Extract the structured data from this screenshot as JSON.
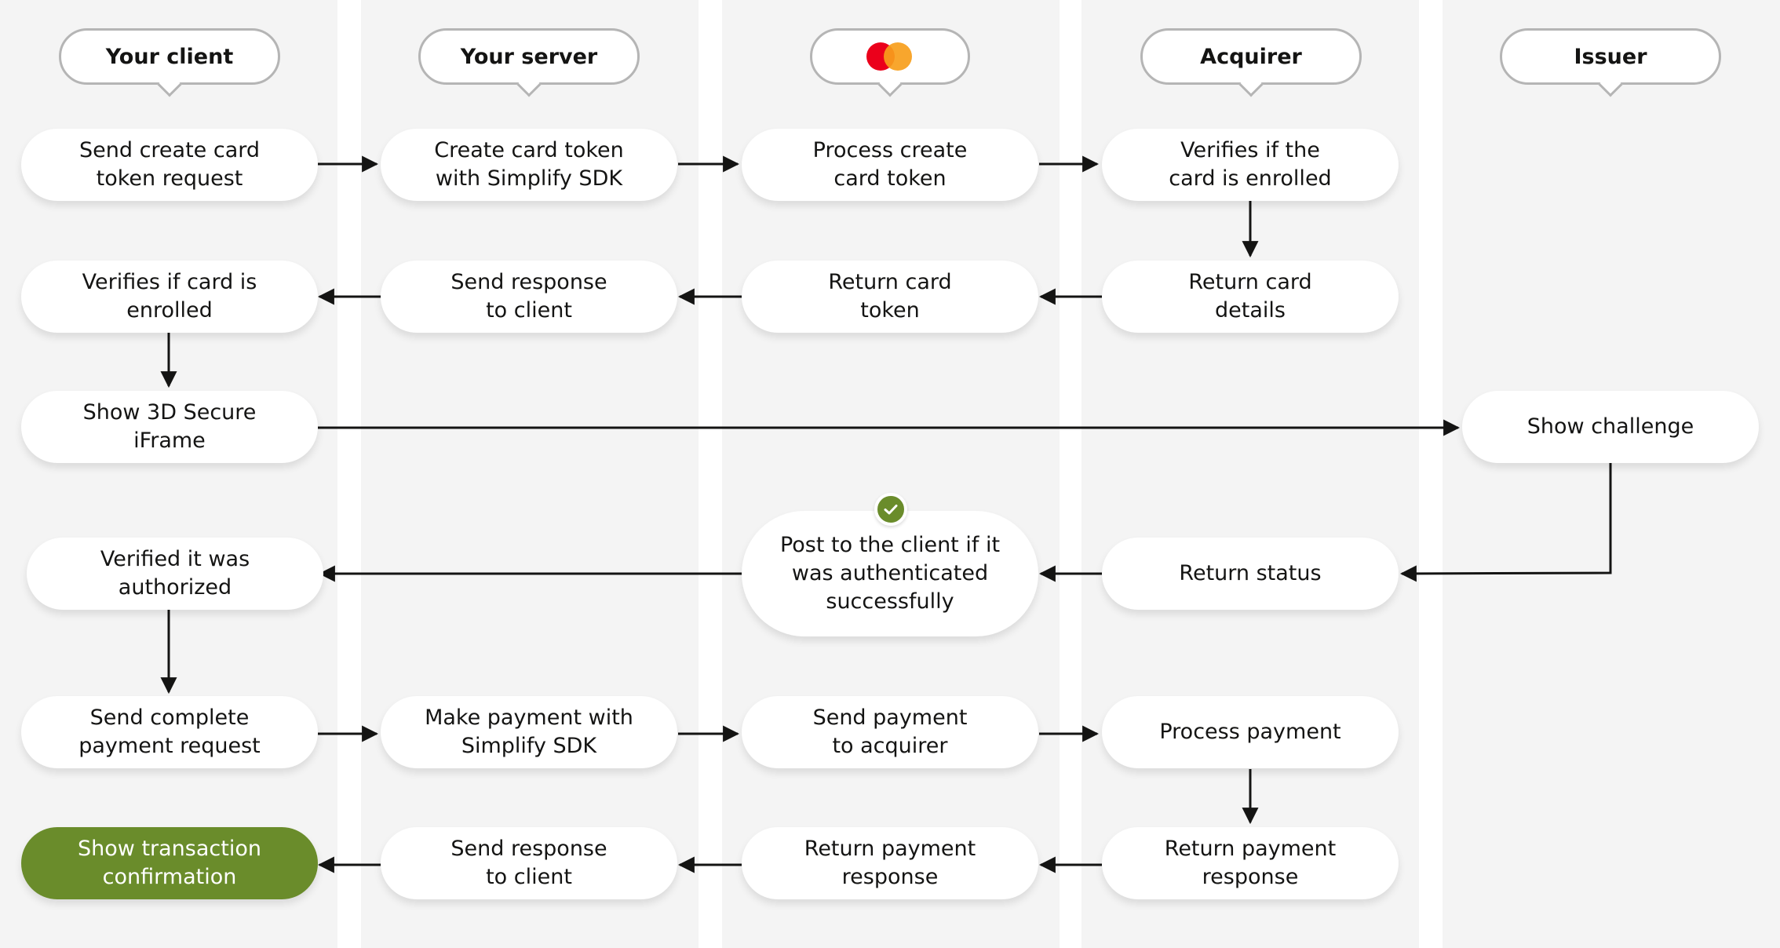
{
  "lanes": {
    "client": "Your client",
    "server": "Your server",
    "network": "",
    "acquirer": "Acquirer",
    "issuer": "Issuer"
  },
  "network_logo": "mastercard-logo",
  "nodes": {
    "client_send_create": "Send create card\ntoken request",
    "server_create_token": "Create card token\nwith Simplify SDK",
    "network_process_create": "Process create\ncard token",
    "acquirer_verifies_enrolled": "Verifies if the\ncard is enrolled",
    "client_verifies_enrolled": "Verifies if card is\nenrolled",
    "server_send_response_1": "Send response\nto client",
    "network_return_token": "Return card\ntoken",
    "acquirer_return_details": "Return card\ndetails",
    "client_show_3ds": "Show 3D Secure\niFrame",
    "issuer_show_challenge": "Show challenge",
    "client_verified_authorized": "Verified it was\nauthorized",
    "network_post_client": "Post to the client if it\nwas authenticated\nsuccessfully",
    "acquirer_return_status": "Return status",
    "client_send_complete": "Send complete\npayment request",
    "server_make_payment": "Make payment with\nSimplify SDK",
    "network_send_acquirer": "Send payment\nto acquirer",
    "acquirer_process_payment": "Process payment",
    "client_show_confirmation": "Show transaction\nconfirmation",
    "server_send_response_2": "Send response\nto client",
    "network_return_response": "Return payment\nresponse",
    "acquirer_return_response": "Return payment\nresponse"
  },
  "icons": {
    "success": "check-circle-icon"
  },
  "colors": {
    "lane_bg": "#f4f4f4",
    "node_bg": "#ffffff",
    "accent_green": "#6a8c2b",
    "header_border": "#b5b5b5",
    "arrow": "#141413",
    "mastercard_red": "#eb001b",
    "mastercard_orange": "#f79e1b"
  }
}
